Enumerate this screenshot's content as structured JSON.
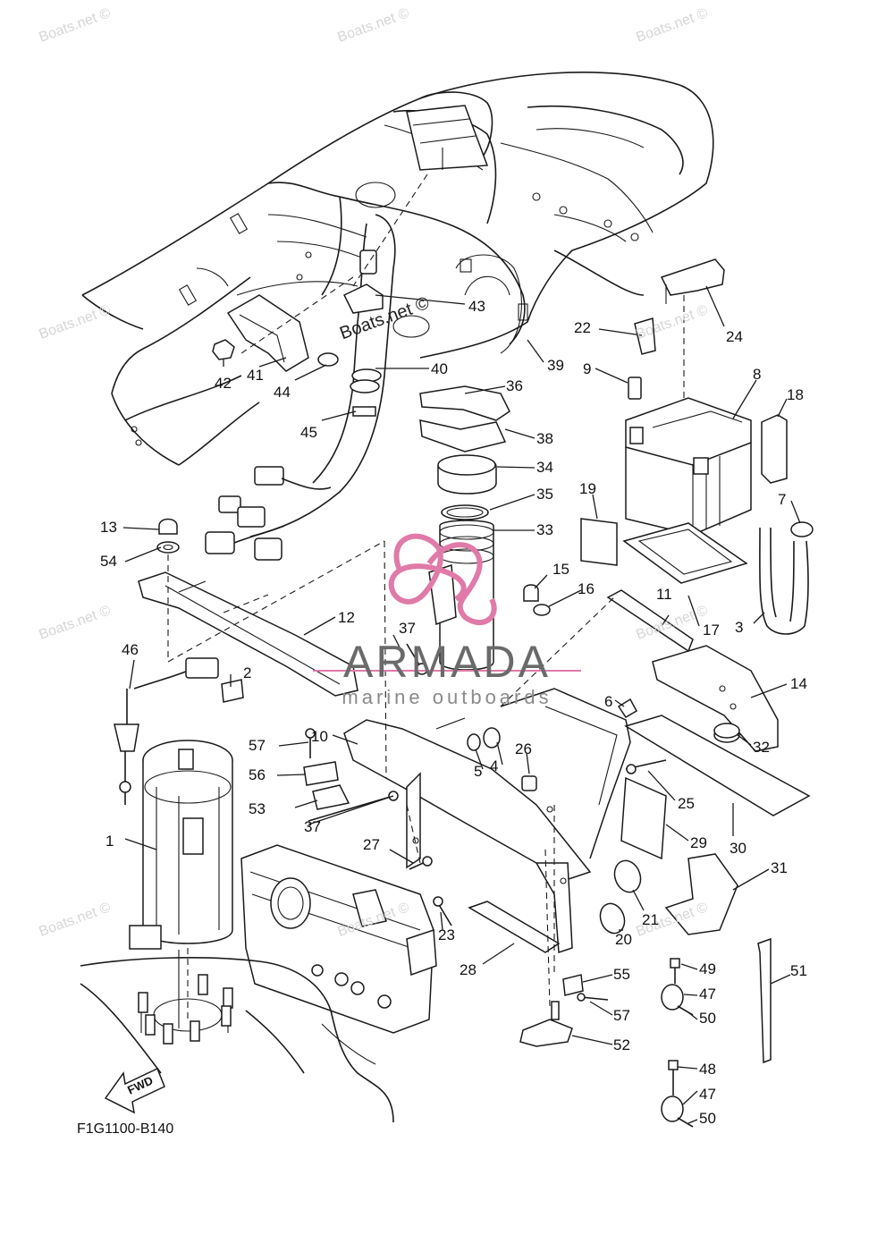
{
  "diagram": {
    "code": "F1G1100-B140",
    "fwd_label": "FWD",
    "brand_name": "ARMADA",
    "brand_sub": "marine outboards",
    "watermark_text": "Boats.net ©",
    "line_color": "#1a1a1a",
    "brand_color": "#e07aa8",
    "callouts": [
      {
        "id": "n1",
        "text": "1"
      },
      {
        "id": "n2",
        "text": "2"
      },
      {
        "id": "n3",
        "text": "3"
      },
      {
        "id": "n4",
        "text": "4"
      },
      {
        "id": "n5",
        "text": "5"
      },
      {
        "id": "n6",
        "text": "6"
      },
      {
        "id": "n7",
        "text": "7"
      },
      {
        "id": "n8",
        "text": "8"
      },
      {
        "id": "n9",
        "text": "9"
      },
      {
        "id": "n10",
        "text": "10"
      },
      {
        "id": "n11",
        "text": "11"
      },
      {
        "id": "n12",
        "text": "12"
      },
      {
        "id": "n13",
        "text": "13"
      },
      {
        "id": "n14",
        "text": "14"
      },
      {
        "id": "n15",
        "text": "15"
      },
      {
        "id": "n16",
        "text": "16"
      },
      {
        "id": "n17",
        "text": "17"
      },
      {
        "id": "n18",
        "text": "18"
      },
      {
        "id": "n19",
        "text": "19"
      },
      {
        "id": "n20",
        "text": "20"
      },
      {
        "id": "n21",
        "text": "21"
      },
      {
        "id": "n22",
        "text": "22"
      },
      {
        "id": "n23",
        "text": "23"
      },
      {
        "id": "n24",
        "text": "24"
      },
      {
        "id": "n25",
        "text": "25"
      },
      {
        "id": "n26",
        "text": "26"
      },
      {
        "id": "n27",
        "text": "27"
      },
      {
        "id": "n28",
        "text": "28"
      },
      {
        "id": "n29",
        "text": "29"
      },
      {
        "id": "n30",
        "text": "30"
      },
      {
        "id": "n31",
        "text": "31"
      },
      {
        "id": "n32",
        "text": "32"
      },
      {
        "id": "n33",
        "text": "33"
      },
      {
        "id": "n34",
        "text": "34"
      },
      {
        "id": "n35",
        "text": "35"
      },
      {
        "id": "n36",
        "text": "36"
      },
      {
        "id": "n37a",
        "text": "37"
      },
      {
        "id": "n37b",
        "text": "37"
      },
      {
        "id": "n38",
        "text": "38"
      },
      {
        "id": "n39",
        "text": "39"
      },
      {
        "id": "n40",
        "text": "40"
      },
      {
        "id": "n41",
        "text": "41"
      },
      {
        "id": "n42",
        "text": "42"
      },
      {
        "id": "n43",
        "text": "43"
      },
      {
        "id": "n44",
        "text": "44"
      },
      {
        "id": "n45",
        "text": "45"
      },
      {
        "id": "n46",
        "text": "46"
      },
      {
        "id": "n47a",
        "text": "47"
      },
      {
        "id": "n47b",
        "text": "47"
      },
      {
        "id": "n48",
        "text": "48"
      },
      {
        "id": "n49",
        "text": "49"
      },
      {
        "id": "n50a",
        "text": "50"
      },
      {
        "id": "n50b",
        "text": "50"
      },
      {
        "id": "n51",
        "text": "51"
      },
      {
        "id": "n52",
        "text": "52"
      },
      {
        "id": "n53",
        "text": "53"
      },
      {
        "id": "n54",
        "text": "54"
      },
      {
        "id": "n55",
        "text": "55"
      },
      {
        "id": "n56",
        "text": "56"
      },
      {
        "id": "n57a",
        "text": "57"
      },
      {
        "id": "n57b",
        "text": "57"
      }
    ]
  }
}
